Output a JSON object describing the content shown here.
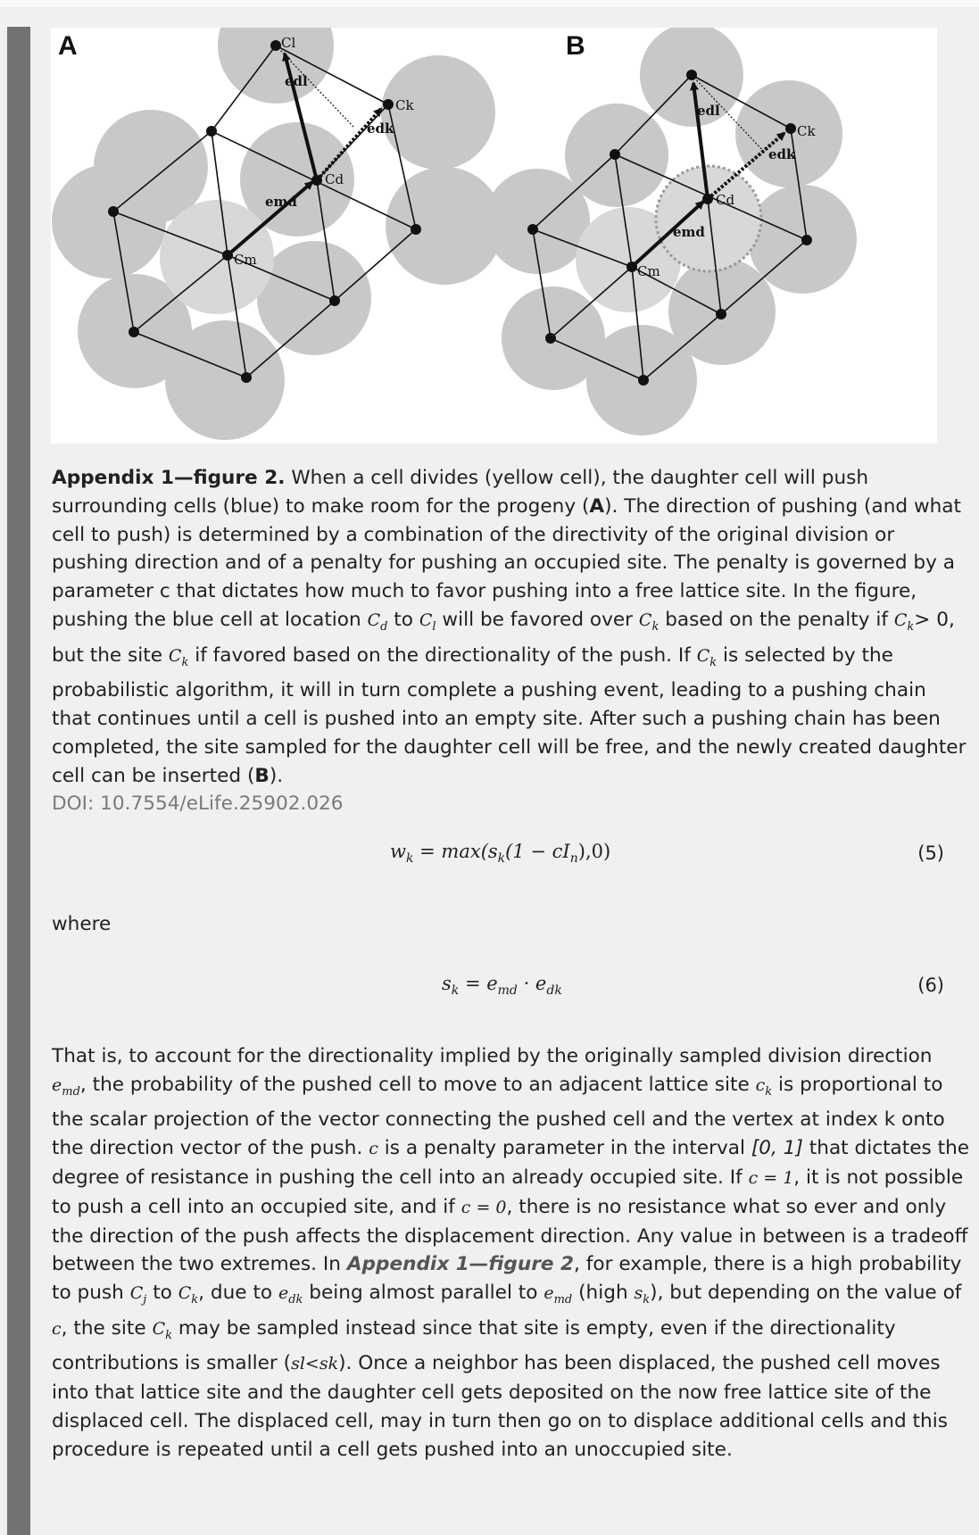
{
  "figure": {
    "panel_a_label": "A",
    "panel_b_label": "B",
    "vector_labels": {
      "emd": "emd",
      "edl": "edl",
      "edk": "edk"
    },
    "node_labels": {
      "cl": "Cl",
      "ck": "Ck",
      "cd": "Cd",
      "cm": "Cm"
    }
  },
  "caption": {
    "label": "Appendix 1—figure 2.",
    "segments": [
      " When a cell divides (yellow cell), the daughter cell will push surrounding cells (blue) to make room for the progeny (",
      "). The direction of pushing (and what cell to push) is determined by a combination of the directivity of the original division or pushing direction and of a penalty for pushing an occupied site. The penalty is governed by a parameter c that dictates how much to favor pushing into a free lattice site. In the figure, pushing the blue cell at location ",
      " to ",
      " will be favored over ",
      " based on the penalty if ",
      "> 0, but the site ",
      " if favored based on the directionality of the push. If ",
      " is selected by the probabilistic algorithm, it will in turn complete a pushing event, leading to a pushing chain that continues until a cell is pushed into an empty site. After such a pushing chain has been completed, the site sampled for the daughter cell will be free, and the newly created daughter cell can be inserted (",
      ")."
    ],
    "ref_a": "A",
    "ref_b": "B",
    "doi": "DOI: 10.7554/eLife.25902.026"
  },
  "equations": [
    {
      "number": "(5)",
      "lhs": "w",
      "lhs_sub": "k",
      "rhs_parts": [
        " = max(s",
        "k",
        "(1 − cI",
        "n",
        "),0)"
      ]
    },
    {
      "number": "(6)",
      "lhs": "s",
      "lhs_sub": "k",
      "rhs_parts": [
        " = e",
        "md",
        " · e",
        "dk",
        ""
      ]
    }
  ],
  "where_text": "where",
  "body": {
    "segments": [
      "That is, to account for the directionality implied by the originally sampled division direction ",
      ", the probability of the pushed cell to move to an adjacent lattice site ",
      " is proportional to the scalar projection of the vector connecting the pushed cell and the vertex at index k onto the direction vector of the push. ",
      " is a penalty parameter in the interval ",
      " that dictates the degree of resistance in pushing the cell into an already occupied site. If ",
      ", it is not possible to push a cell into an occupied site, and if ",
      ", there is no resistance what so ever and only the direction of the push affects the displacement direction. Any value in between is a tradeoff between the two extremes. In ",
      ", for example, there is a high probability to push ",
      " to ",
      ", due to ",
      " being almost parallel to ",
      " (high ",
      "), but depending on the value of ",
      ", the site ",
      " may be sampled instead since that site is empty, even if the directionality contributions is smaller (",
      "). Once a neighbor has been displaced, the pushed cell moves into that lattice site and the daughter cell gets deposited on the now free lattice site of the displaced cell. The displaced cell, may in turn then go on to displace additional cells and this procedure is repeated until a cell gets pushed into an unoccupied site."
    ],
    "interval": "[0, 1]",
    "c1": "c = 1",
    "c0": "c = 0",
    "figure_link": "Appendix 1—figure 2",
    "sl_lt_sk": "sl<sk"
  }
}
